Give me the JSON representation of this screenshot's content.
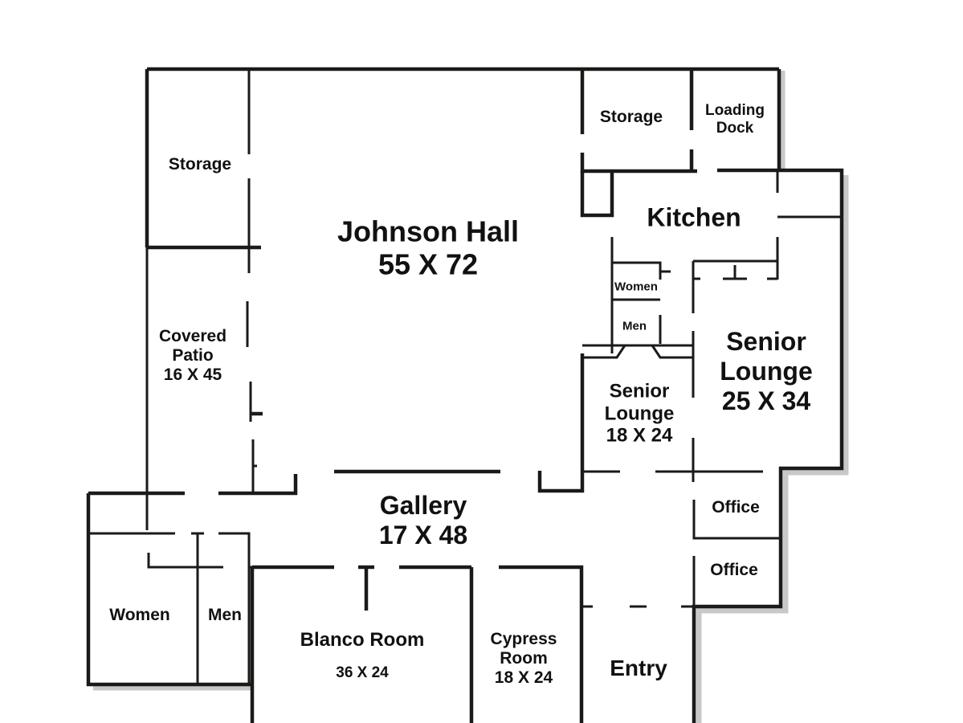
{
  "floor_plan": {
    "rooms": [
      {
        "id": "johnson-hall",
        "name": "Johnson Hall",
        "dimensions": "55 X 72"
      },
      {
        "id": "storage-nw",
        "name": "Storage",
        "dimensions": ""
      },
      {
        "id": "storage-ne",
        "name": "Storage",
        "dimensions": ""
      },
      {
        "id": "loading-dock",
        "name": "Loading",
        "name2": "Dock"
      },
      {
        "id": "kitchen",
        "name": "Kitchen",
        "dimensions": ""
      },
      {
        "id": "restroom-women-upper",
        "name": "Women"
      },
      {
        "id": "restroom-men-upper",
        "name": "Men"
      },
      {
        "id": "senior-lounge-large",
        "name": "Senior",
        "name2": "Lounge",
        "dimensions": "25 X 34"
      },
      {
        "id": "senior-lounge-small",
        "name": "Senior",
        "name2": "Lounge",
        "dimensions": "18 X 24"
      },
      {
        "id": "covered-patio",
        "name": "Covered",
        "name2": "Patio",
        "dimensions": "16 X 45"
      },
      {
        "id": "gallery",
        "name": "Gallery",
        "dimensions": "17 X 48"
      },
      {
        "id": "office-1",
        "name": "Office"
      },
      {
        "id": "office-2",
        "name": "Office"
      },
      {
        "id": "restroom-women-lower",
        "name": "Women"
      },
      {
        "id": "restroom-men-lower",
        "name": "Men"
      },
      {
        "id": "blanco-room",
        "name": "Blanco Room",
        "dimensions": "36 X 24"
      },
      {
        "id": "cypress-room",
        "name": "Cypress",
        "name2": "Room",
        "dimensions": "18 X 24"
      },
      {
        "id": "entry",
        "name": "Entry"
      }
    ],
    "colors": {
      "wall": "#1c1a18",
      "background": "#ffffff",
      "shadow": "#9a9a9a"
    }
  }
}
